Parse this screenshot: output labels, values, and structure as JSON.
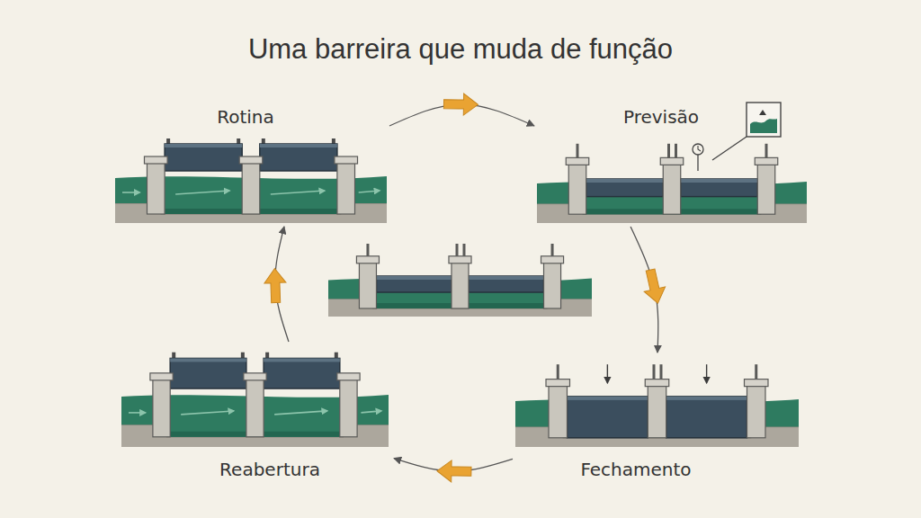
{
  "diagram": {
    "title": "Uma barreira que muda de função",
    "nodes": [
      {
        "text": [
          "Rotina"
        ]
      },
      {
        "text": [
          "Previsão"
        ]
      },
      {
        "text": [
          "Fechamento"
        ]
      },
      {
        "text": [
          "Reabertura"
        ]
      }
    ],
    "edges": [
      {
        "from": 0,
        "to": 1,
        "arrow": "to"
      },
      {
        "from": 1,
        "to": 2,
        "arrow": "to"
      },
      {
        "from": 2,
        "to": 3,
        "arrow": "to"
      },
      {
        "from": 3,
        "to": 0,
        "arrow": "to"
      }
    ]
  }
}
